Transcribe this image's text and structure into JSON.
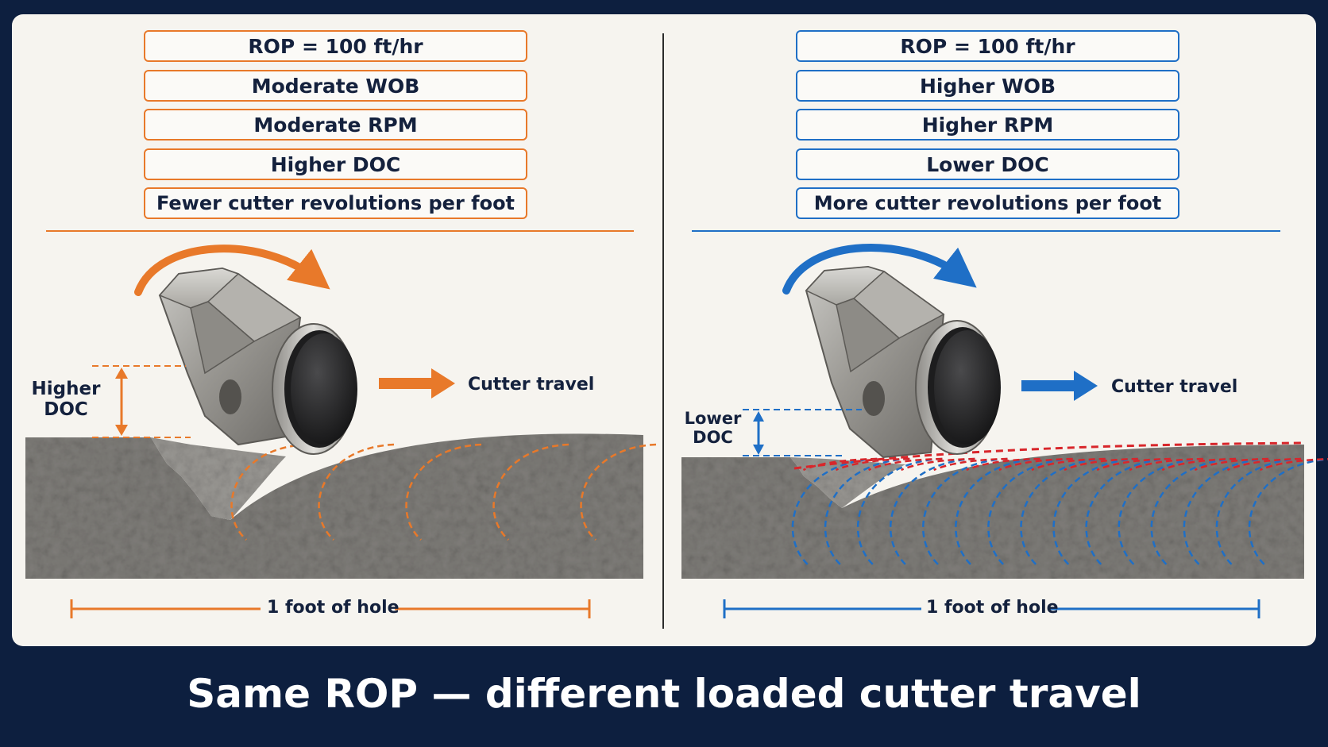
{
  "left_panel": {
    "boxes": [
      "ROP = 100 ft/hr",
      "Moderate WOB",
      "Moderate RPM",
      "Higher DOC",
      "Fewer cutter revolutions per foot"
    ],
    "doc_label_line1": "Higher",
    "doc_label_line2": "DOC",
    "travel_label": "Cutter travel",
    "span_label": "1 foot of hole",
    "accent_color": "#e8792a",
    "revolution_arc_count": 5
  },
  "right_panel": {
    "boxes": [
      "ROP = 100 ft/hr",
      "Higher WOB",
      "Higher RPM",
      "Lower DOC",
      "More cutter revolutions per foot"
    ],
    "doc_label_line1": "Lower",
    "doc_label_line2": "DOC",
    "travel_label": "Cutter travel",
    "span_label": "1 foot of hole",
    "accent_color": "#1f6fc6",
    "revolution_arc_count": 15
  },
  "title": "Same ROP — different loaded cutter travel",
  "colors": {
    "background": "#0d1f3f",
    "panel": "#f6f4ef",
    "rock": "#7d7b77",
    "text": "#14213d",
    "engaged_red": "#d8262b"
  },
  "icons": {
    "cutter": "pdc-cutter-icon",
    "rotation": "curved-rotation-arrow-icon",
    "travel": "right-arrow-icon"
  }
}
